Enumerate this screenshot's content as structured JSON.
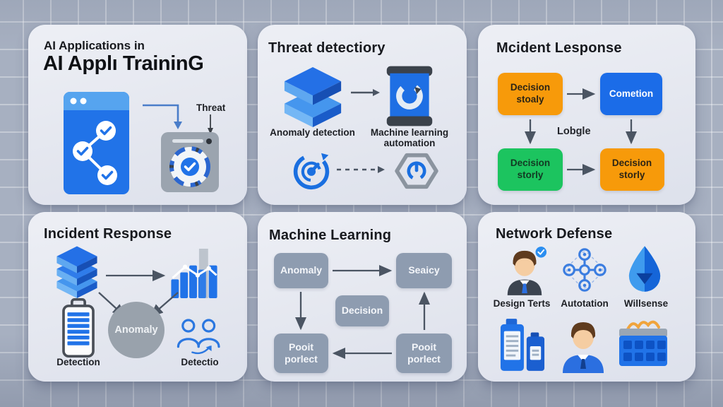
{
  "colors": {
    "background": "#a7b0c1",
    "card": "#e6e9f0",
    "blue_primary": "#1c6fe8",
    "blue_light": "#56a4ef",
    "orange": "#f79a0a",
    "green": "#1cc45f",
    "slate_box": "#8e9cb0",
    "gray_icon": "#9ba4af",
    "dark_text": "#17191e",
    "arrow_gray": "#4b5563"
  },
  "panel_ai_training": {
    "title_line1": "AI Applications in",
    "title_line2": "AI Applı TraininG",
    "threat_label": "Threat"
  },
  "panel_threat_detection": {
    "title": "Threat detectiory",
    "anomaly_label": "Anomaly detection",
    "ml_label": "Machine learning\nautomation"
  },
  "panel_incident_flow": {
    "title": "Mcident Lesponse",
    "box_top_left": "Decision\nstoaly",
    "box_top_right": "Cometion",
    "center_label": "Lobgle",
    "box_bottom_left": "Decision\nstorly",
    "box_bottom_right": "Decision\nstorly"
  },
  "panel_incident_response": {
    "title": "Incident Response",
    "circle_label": "Anomaly",
    "battery_label": "Detection",
    "people_label": "Detectio"
  },
  "panel_machine_learning": {
    "title": "Machine Learning",
    "box_top_left": "Anomaly",
    "box_top_right": "Seaicy",
    "box_center": "Decision",
    "box_bottom_left": "Pooit\nporlect",
    "box_bottom_right": "Pooit\nporlect"
  },
  "panel_network_defense": {
    "title": "Network Defense",
    "label_analyst": "Design Terts",
    "label_automation": "Autotation",
    "label_willsense": "Willsense"
  },
  "icons": {
    "app-window-icon": "blue browser window with check-node graph",
    "scanner-machine-icon": "gray machine with blue gear check emblem",
    "layers-2-icon": "blue isometric stack of 2 slabs",
    "layers-3-icon": "blue isometric stack of 3 slabs",
    "barrel-sync-icon": "blue canister with refresh ring",
    "gauge-icon": "blue timer gauge with arrow",
    "hexagon-power-icon": "gray hexagon with blue power symbol",
    "bar-chart-icon": "blue bars with white trend line",
    "battery-icon": "outlined battery with blue stripes",
    "people-growth-icon": "two blue person outlines with rising arrow",
    "analyst-avatar-icon": "man in dark suit with verified badge",
    "circuit-nodes-icon": "blue connected node cross",
    "drop-shield-icon": "blue drop with down arrow",
    "bottles-icon": "two blue labeled containers",
    "blue-suit-avatar-icon": "man in blue suit",
    "calendar-icon": "blue calendar grid with orange squiggle"
  }
}
